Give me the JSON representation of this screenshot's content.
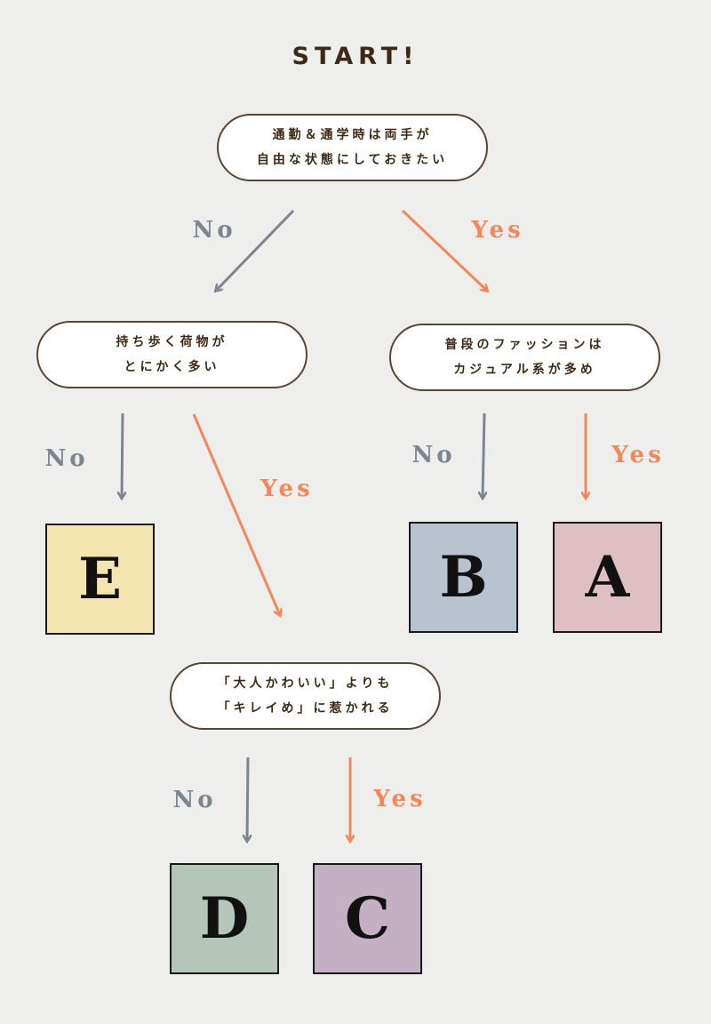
{
  "title": "START!",
  "questions": {
    "q1": {
      "line1": "通勤＆通学時は両手が",
      "line2": "自由な状態にしておきたい"
    },
    "q2": {
      "line1": "持ち歩く荷物が",
      "line2": "とにかく多い"
    },
    "q3": {
      "line1": "普段のファッションは",
      "line2": "カジュアル系が多め"
    },
    "q4": {
      "line1": "「大人かわいい」よりも",
      "line2": "「キレイめ」に惹かれる"
    }
  },
  "answers": {
    "no": "No",
    "yes": "Yes"
  },
  "results": {
    "a": "A",
    "b": "B",
    "c": "C",
    "d": "D",
    "e": "E"
  },
  "colors": {
    "no": "#7d8590",
    "yes": "#f4875a",
    "a": "#dfbfc3",
    "b": "#b9c3cf",
    "c": "#c4b0c3",
    "d": "#b5c5ba",
    "e": "#f3e4b0"
  }
}
